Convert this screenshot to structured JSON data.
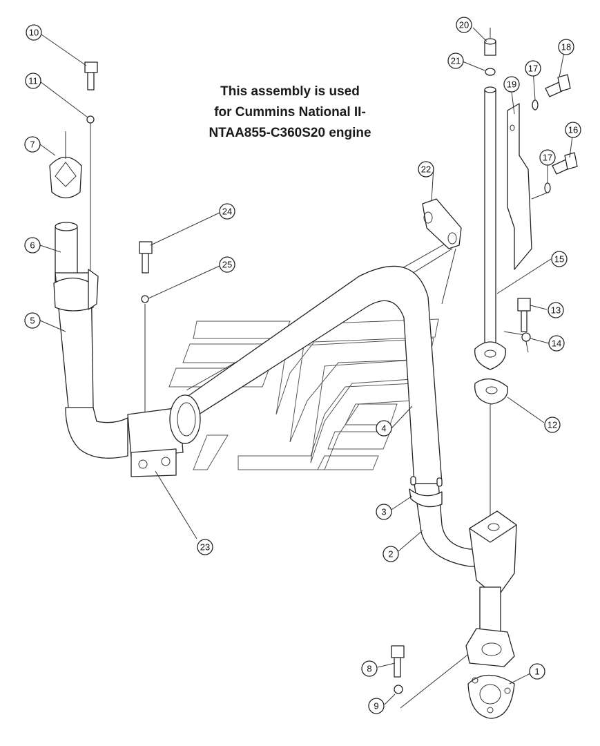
{
  "note": {
    "lines": [
      "This assembly is used",
      "for Cummins National II-",
      "NTAA855-C360S20 engine"
    ]
  },
  "callouts": [
    {
      "label": "1"
    },
    {
      "label": "2"
    },
    {
      "label": "3"
    },
    {
      "label": "4"
    },
    {
      "label": "5"
    },
    {
      "label": "6"
    },
    {
      "label": "7"
    },
    {
      "label": "8"
    },
    {
      "label": "9"
    },
    {
      "label": "10"
    },
    {
      "label": "11"
    },
    {
      "label": "12"
    },
    {
      "label": "13"
    },
    {
      "label": "14"
    },
    {
      "label": "15"
    },
    {
      "label": "16"
    },
    {
      "label": "17"
    },
    {
      "label": "17"
    },
    {
      "label": "18"
    },
    {
      "label": "19"
    },
    {
      "label": "20"
    },
    {
      "label": "21"
    },
    {
      "label": "22"
    },
    {
      "label": "23"
    },
    {
      "label": "24"
    },
    {
      "label": "25"
    }
  ]
}
